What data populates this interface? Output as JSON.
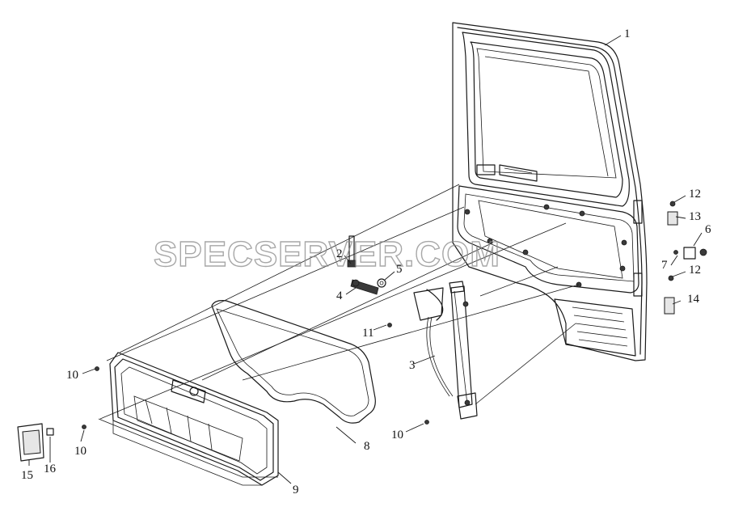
{
  "watermark": "SPECSERVER.COM",
  "callouts": [
    {
      "id": "1",
      "text": "1"
    },
    {
      "id": "2",
      "text": "2"
    },
    {
      "id": "3",
      "text": "3"
    },
    {
      "id": "4",
      "text": "4"
    },
    {
      "id": "5",
      "text": "5"
    },
    {
      "id": "6",
      "text": "6"
    },
    {
      "id": "7",
      "text": "7"
    },
    {
      "id": "8",
      "text": "8"
    },
    {
      "id": "9",
      "text": "9"
    },
    {
      "id": "10a",
      "text": "10"
    },
    {
      "id": "10b",
      "text": "10"
    },
    {
      "id": "10c",
      "text": "10"
    },
    {
      "id": "11",
      "text": "11"
    },
    {
      "id": "12a",
      "text": "12"
    },
    {
      "id": "12b",
      "text": "12"
    },
    {
      "id": "13",
      "text": "13"
    },
    {
      "id": "14",
      "text": "14"
    },
    {
      "id": "15",
      "text": "15"
    },
    {
      "id": "16",
      "text": "16"
    }
  ]
}
